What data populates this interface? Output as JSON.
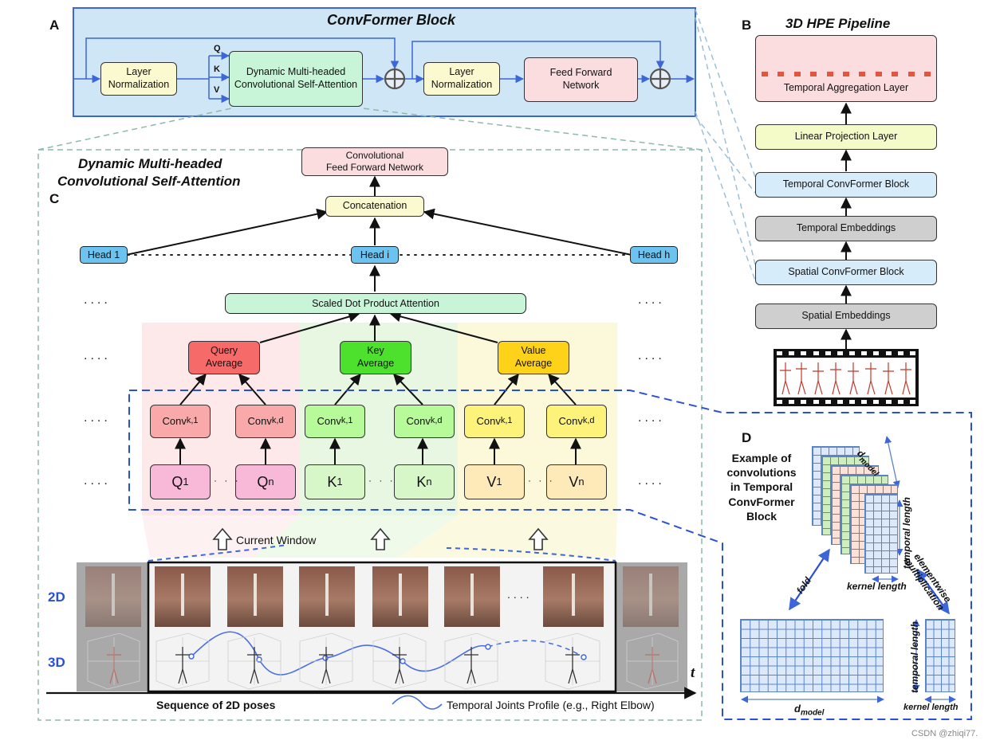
{
  "panels": {
    "a": "A",
    "b": "B",
    "c": "C",
    "d": "D"
  },
  "convformer_block": {
    "title": "ConvFormer Block",
    "qkv": [
      "Q",
      "K",
      "V"
    ],
    "layer_norm_1": "Layer\nNormalization",
    "dmcsa": "Dynamic Multi-headed\nConvolutional Self-Attention",
    "layer_norm_2": "Layer\nNormalization",
    "ffn": "Feed Forward\nNetwork",
    "colors": {
      "panel_bg": "#cfe6f7",
      "panel_border": "#3d66d8",
      "ln": "#fbf9d0",
      "attn": "#c8f5d8",
      "ffn": "#fbdde0"
    }
  },
  "pipeline": {
    "title": "3D HPE Pipeline",
    "layers": [
      "Temporal Aggregation Layer",
      "Linear Projection Layer",
      "Temporal ConvFormer Block",
      "Temporal Embeddings",
      "Spatial ConvFormer Block",
      "Spatial Embeddings"
    ]
  },
  "dmcsa_panel": {
    "title_line1": "Dynamic Multi-headed",
    "title_line2": "Convolutional Self-Attention",
    "conv_ffn": "Convolutional\nFeed Forward Network",
    "concatenation": "Concatenation",
    "heads": [
      "Head 1",
      "Head i",
      "Head h"
    ],
    "sdpa": "Scaled Dot Product Attention",
    "averages": [
      "Query\nAverage",
      "Key\nAverage",
      "Value\nAverage"
    ],
    "convs": [
      {
        "base": "Conv",
        "sub": "k,1"
      },
      {
        "base": "Conv",
        "sub": "k,d"
      },
      {
        "base": "Conv",
        "sub": "k,1"
      },
      {
        "base": "Conv",
        "sub": "k,d"
      },
      {
        "base": "Conv",
        "sub": "k,1"
      },
      {
        "base": "Conv",
        "sub": "k,d"
      }
    ],
    "inputs": [
      {
        "base": "Q",
        "sub": "1"
      },
      {
        "base": "Q",
        "sub": "n"
      },
      {
        "base": "K",
        "sub": "1"
      },
      {
        "base": "K",
        "sub": "n"
      },
      {
        "base": "V",
        "sub": "1"
      },
      {
        "base": "V",
        "sub": "n"
      }
    ],
    "current_window": "Current Window",
    "row_2d": "2D",
    "row_3d": "3D",
    "time_axis": "t",
    "sequence_label": "Sequence of 2D poses",
    "joints_profile": "Temporal Joints Profile (e.g., Right Elbow)",
    "colors": {
      "query": "#f77",
      "key": "#4de02c",
      "value": "#ffd21a",
      "sdpa": "#c8f5d8",
      "head": "#6cc3ef",
      "concat": "#fbf9d0",
      "cffn": "#fbdde0"
    }
  },
  "panel_d": {
    "caption": "Example of\nconvolutions\nin Temporal\nConvFormer\nBlock",
    "d_model": "d",
    "d_model_sub": "model",
    "temporal_length": "temporal length",
    "kernel_length": "kernel length",
    "fold": "fold",
    "elementwise": "elementwise\nmultiplication"
  },
  "watermark": "CSDN @zhiqi77."
}
